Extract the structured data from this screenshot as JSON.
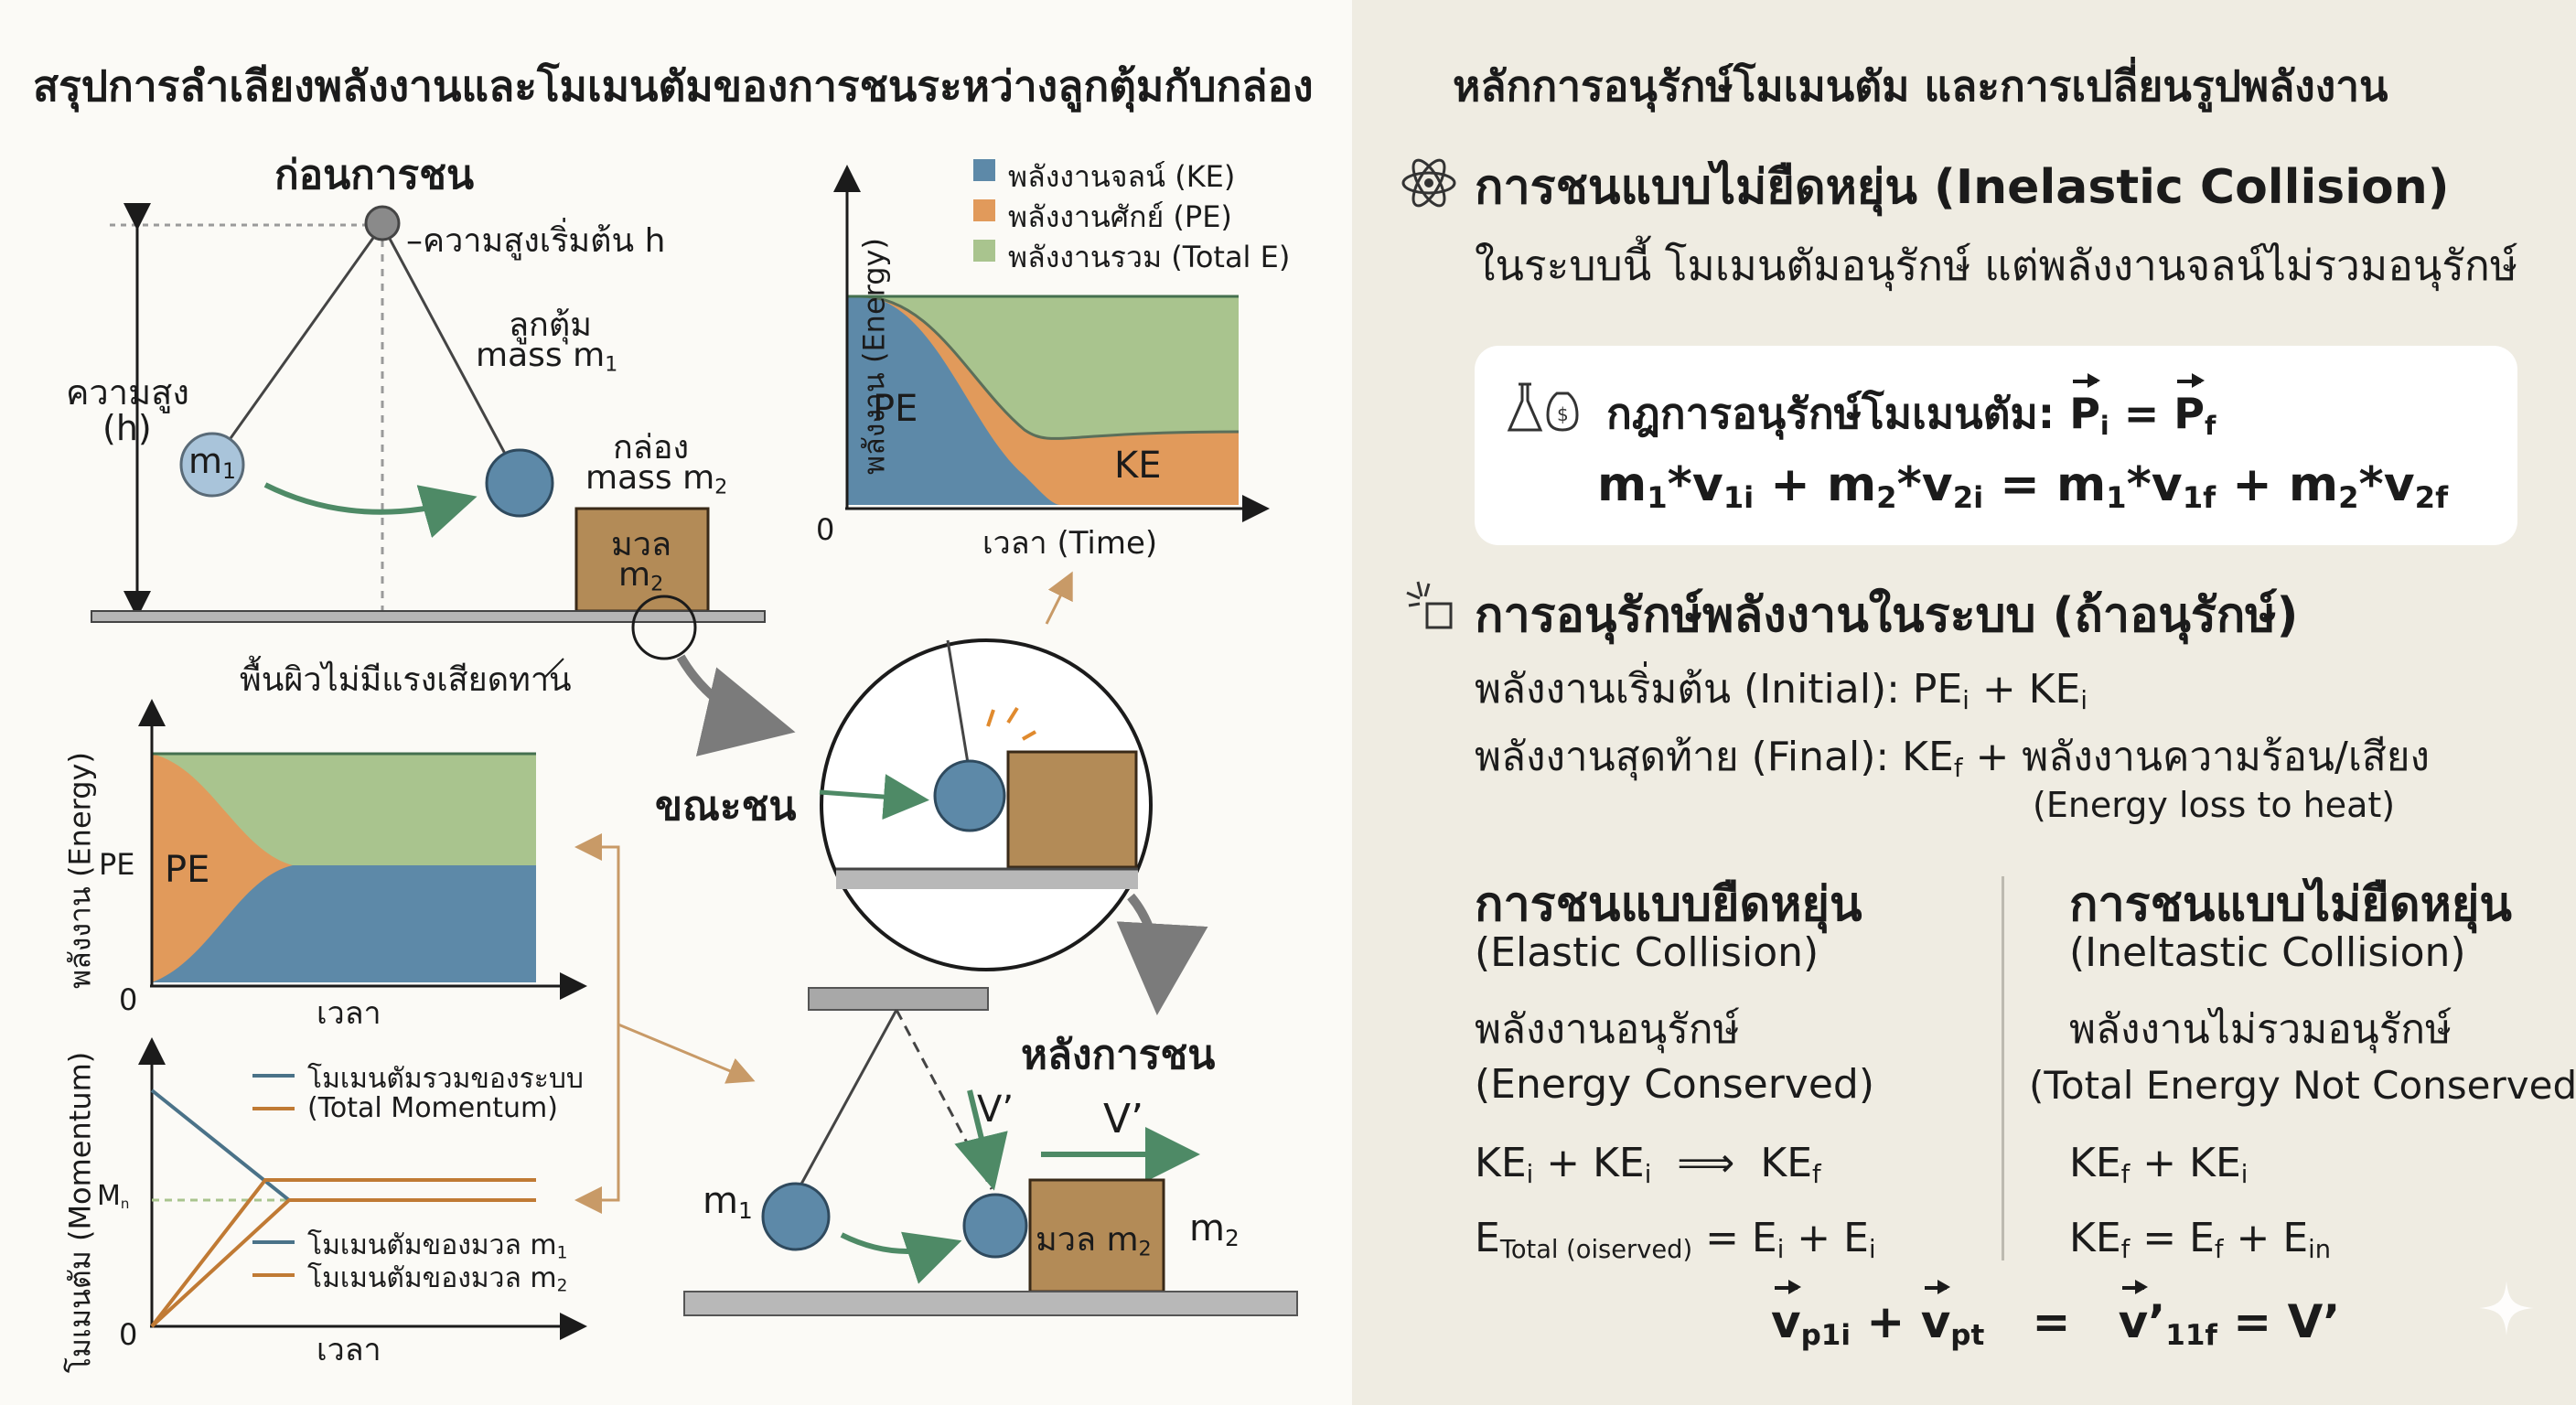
{
  "left_title": "สรุปการลำเลียงพลังงานและโมเมนตัมของการชนระหว่างลูกตุ้มกับกล่อง",
  "right_title": "หลักการอนุรักษ์โมเมนตัม และการเปลี่ยนรูปพลังงาน",
  "before": {
    "title": "ก่อนการชน",
    "initial_height": "ความสูงเริ่มต้น h",
    "height": "ความสูง",
    "height_sym": "(h)",
    "pendulum_1": "ลูกตุ้ม",
    "pendulum_2": "mass m",
    "m1": "m",
    "box_1": "กล่อง",
    "box_2": "mass m",
    "box_mass_1": "มวล",
    "box_mass_2": "m",
    "surface": "พื้นผิวไม่มีแรงเสียดทาน"
  },
  "top_chart": {
    "legend": [
      "พลังงานจลน์ (KE)",
      "พลังงานศักย์ (PE)",
      "พลังงานรวม (Total E)"
    ],
    "ylabel": "พลังงาน (Energy)",
    "xlabel": "เวลา (Time)",
    "origin": "0",
    "pe_label": "PE",
    "ke_label": "KE"
  },
  "during": {
    "title": "ขณะชน"
  },
  "after": {
    "title": "หลังการชน",
    "v_prime": "V’",
    "v_prime2": "V’",
    "m1": "m",
    "box_label": "มวล m",
    "m2": "m"
  },
  "energy_chart": {
    "ylabel": "พลังงาน (Energy)",
    "pe_tick": "PE",
    "pe_label": "PE",
    "origin": "0",
    "xlabel": "เวลา"
  },
  "momentum_chart": {
    "ylabel": "โมเมนตัม (Momentum)",
    "m_tick": "M",
    "origin": "0",
    "xlabel": "เวลา",
    "legend_total_1": "โมเมนตัมรวมของระบบ",
    "legend_total_2": "(Total Momentum)",
    "legend_m1": "โมเมนตัมของมวล m",
    "legend_m2": "โมเมนตัมของมวล m"
  },
  "right": {
    "inelastic_head": "การชนแบบไม่ยืดหยุ่น (Inelastic Collision)",
    "inelastic_desc": "ในระบบนี้ โมเมนตัมอนุรักษ์ แต่พลังงานจลน์ไม่รวมอนุรักษ์",
    "law": "กฎการอนุรักษ์โมเมนตัม:",
    "energy_head": "การอนุรักษ์พลังงานในระบบ (ถ้าอนุรักษ์)",
    "initial": "พลังงานเริ่มต้น (Initial): PE",
    "final": "พลังงานสุดท้าย (Final): KE",
    "final_tail": " + พลังงานความร้อน/เสียง",
    "loss": "(Energy loss to heat)",
    "elastic": {
      "h1": "การชนแบบยืดหยุ่น",
      "h2": "(Elastic Collision)",
      "h3": "พลังงานอนุรักษ์",
      "h4": "(Energy Conserved)"
    },
    "inelastic": {
      "h1": "การชนแบบไม่ยืดหยุ่น",
      "h2": "(Ineltastic Collision)",
      "h3": "พลังงานไม่รวมอนุรักษ์",
      "h4": "(Total Energy Not Conserved)"
    },
    "e_total": "E",
    "e_total_sub": "Total (oiserved)"
  },
  "colors": {
    "ke": "#5d89a8",
    "pe": "#e19a5b",
    "total": "#a9c48e",
    "arrow_green": "#4e8a66",
    "box": "#b38b57"
  }
}
